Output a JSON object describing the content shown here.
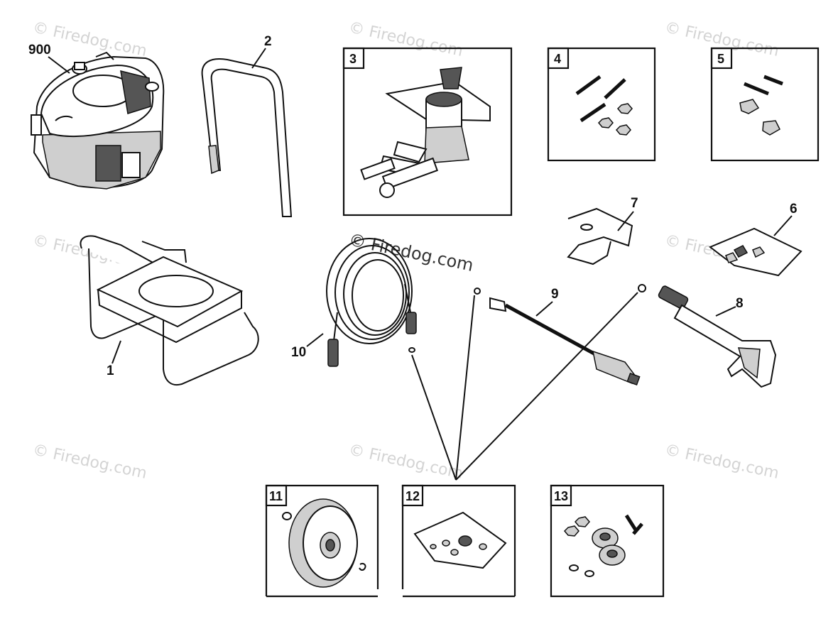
{
  "callouts": {
    "engine": "900",
    "handle": "2",
    "frame": "1",
    "hose": "10",
    "wand": "9",
    "gun": "8",
    "nozzle_bag": "6",
    "holder": "7"
  },
  "boxes": {
    "pump": "3",
    "bolt_kit_a": "4",
    "bolt_kit_b": "5",
    "wheel": "11",
    "hardware_12": "12",
    "hardware_13": "13"
  },
  "watermark": {
    "text": "© Firedog.com",
    "center_text": "© Firedog.com"
  }
}
